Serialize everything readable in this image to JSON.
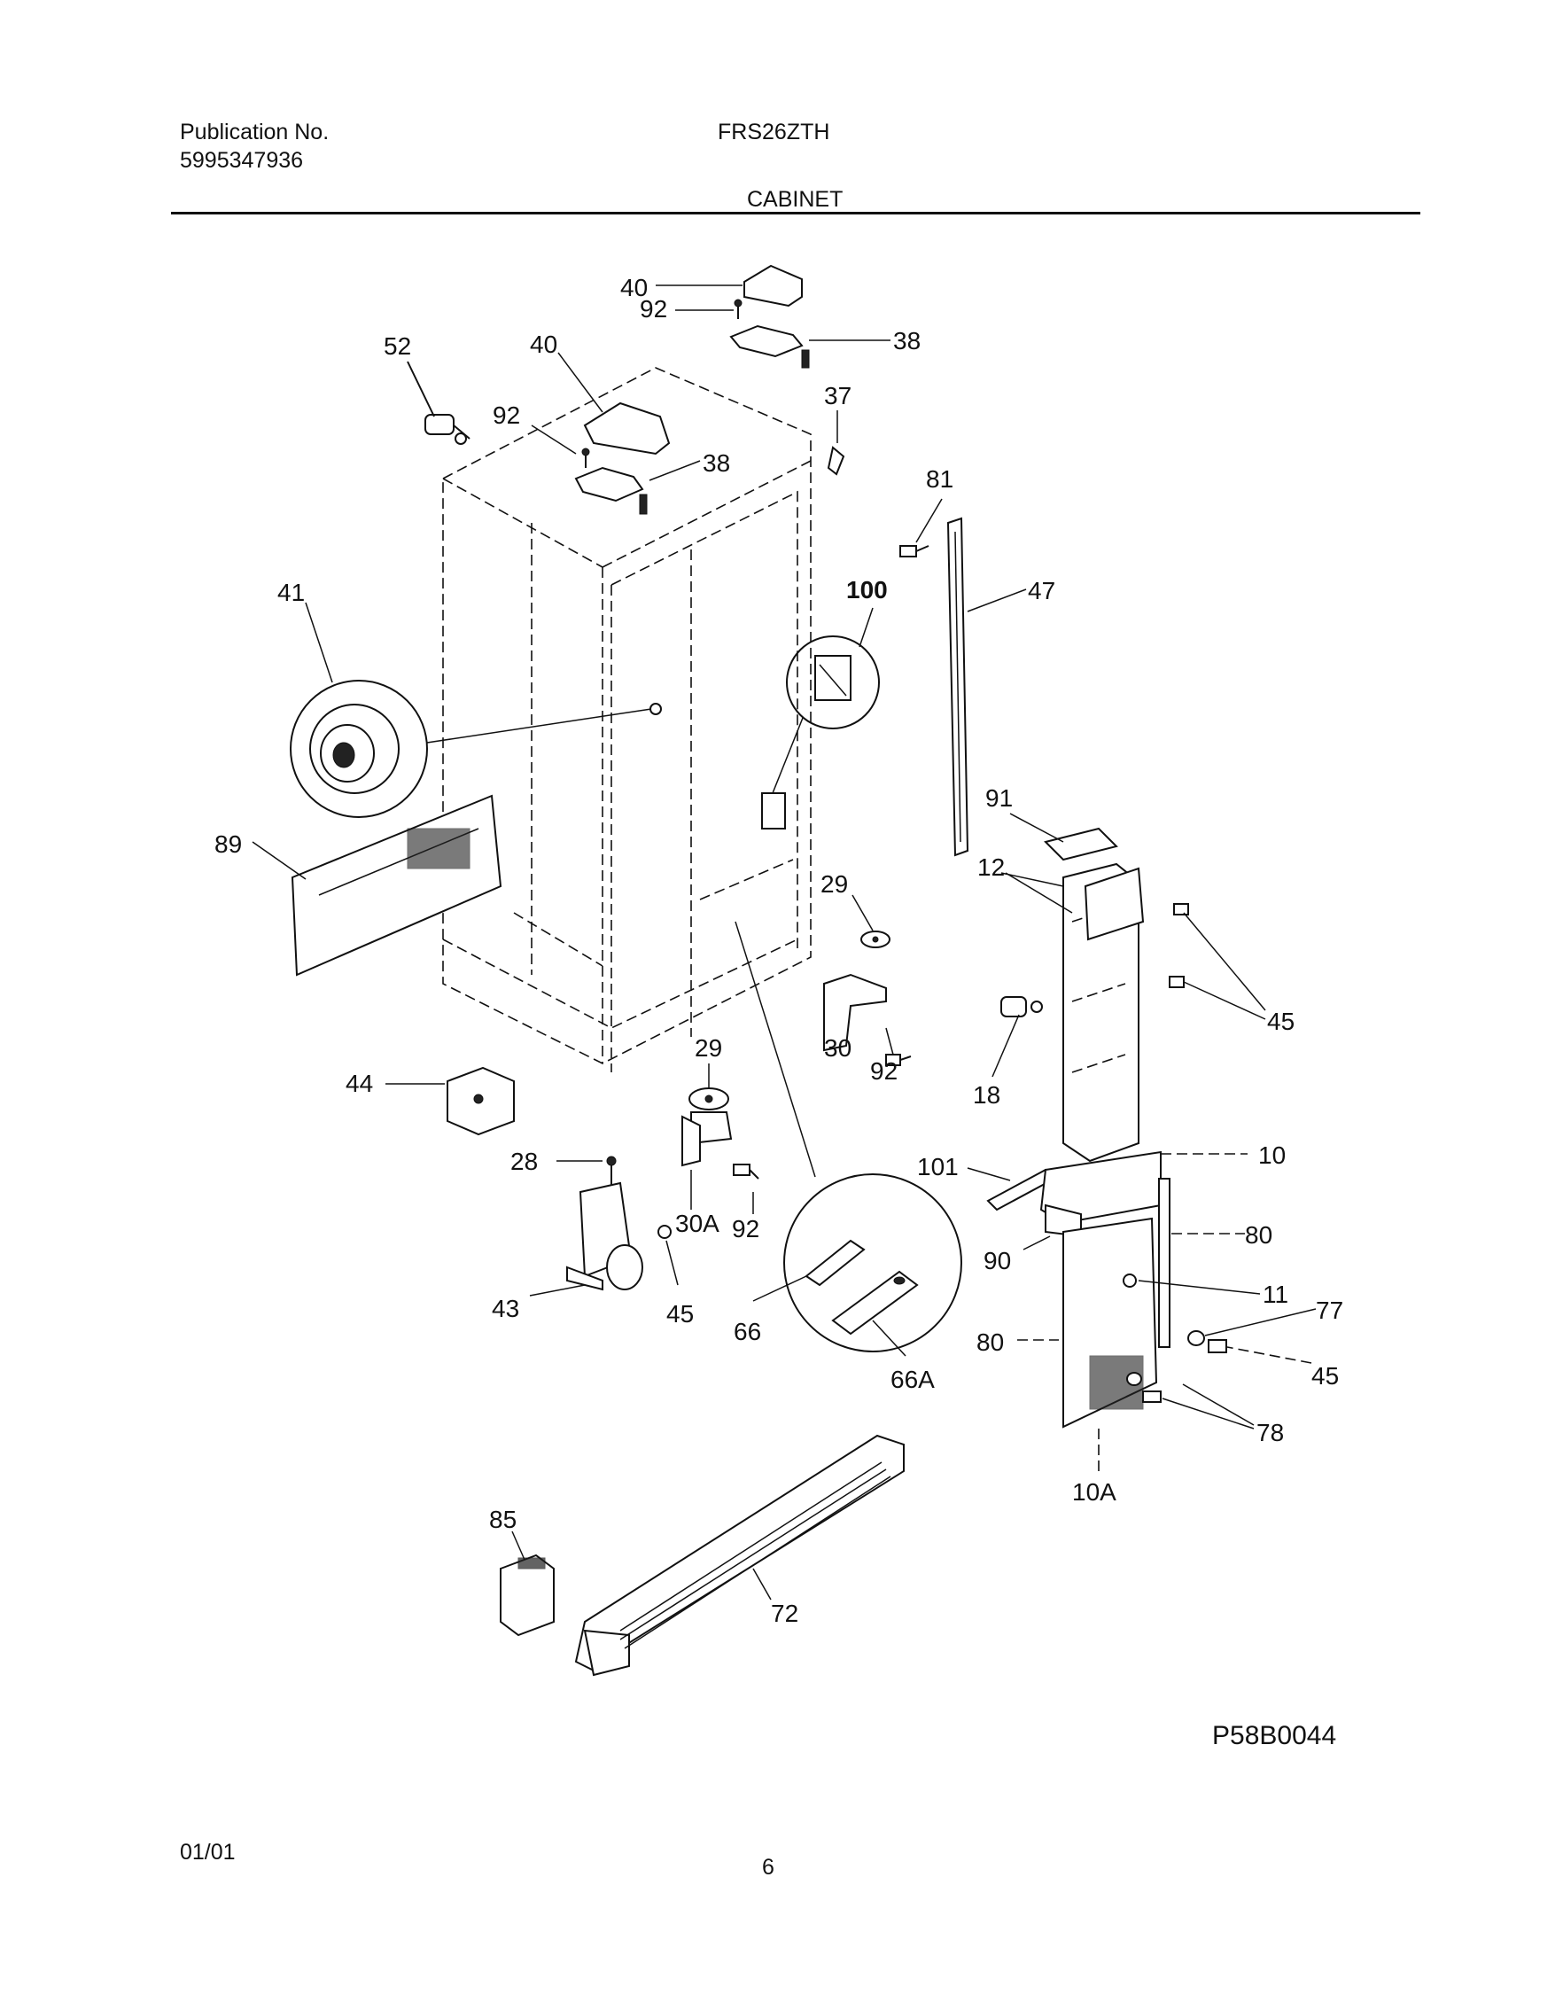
{
  "header": {
    "publication_label": "Publication No.",
    "publication_number": "5995347936",
    "model": "FRS26ZTH",
    "section": "CABINET"
  },
  "callouts": {
    "c40a": "40",
    "c92a": "92",
    "c38a": "38",
    "c52": "52",
    "c40b": "40",
    "c92b": "92",
    "c37": "37",
    "c38b": "38",
    "c81": "81",
    "c100": "100",
    "c47": "47",
    "c41": "41",
    "c91": "91",
    "c89": "89",
    "c12": "12",
    "c29a": "29",
    "c45a": "45",
    "c30": "30",
    "c92c": "92",
    "c18": "18",
    "c29b": "29",
    "c44": "44",
    "c10": "10",
    "c28": "28",
    "c101": "101",
    "c30a": "30A",
    "c92d": "92",
    "c80a": "80",
    "c90": "90",
    "c11": "11",
    "c77": "77",
    "c43": "43",
    "c45b": "45",
    "c66": "66",
    "c80b": "80",
    "c45c": "45",
    "c66a": "66A",
    "c78": "78",
    "c10a": "10A",
    "c85": "85",
    "c72": "72"
  },
  "figure_id": "P58B0044",
  "footer": {
    "date": "01/01",
    "page": "6"
  }
}
